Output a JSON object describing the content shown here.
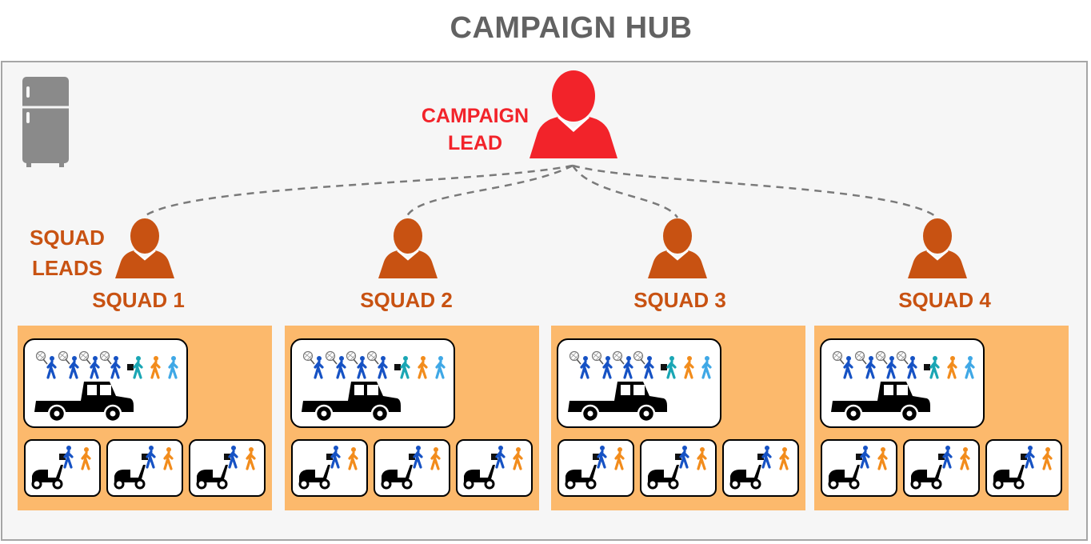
{
  "title": "CAMPAIGN HUB",
  "lead_label": "CAMPAIGN LEAD",
  "squad_leads_label": "SQUAD LEADS",
  "colors": {
    "lead": "#f2232a",
    "squad": "#c85212",
    "panel": "#fcb96c",
    "frame": "#f6f6f6",
    "connector": "#7a7a7a",
    "walker_blue": "#1652c4",
    "walker_teal": "#1aa6b4",
    "walker_orange": "#f28c1c",
    "walker_light": "#3fa8e6"
  },
  "icons": {
    "hub": "fridge-icon",
    "lead": "person-icon",
    "truck": "pickup-truck-icon",
    "scooter": "scooter-icon",
    "walker": "walking-person-icon",
    "net": "butterfly-net-icon"
  },
  "squads": [
    {
      "name": "SQUAD 1",
      "truck_team": 1,
      "scooter_teams": 3
    },
    {
      "name": "SQUAD 2",
      "truck_team": 1,
      "scooter_teams": 3
    },
    {
      "name": "SQUAD 3",
      "truck_team": 1,
      "scooter_teams": 3
    },
    {
      "name": "SQUAD 4",
      "truck_team": 1,
      "scooter_teams": 3
    }
  ]
}
